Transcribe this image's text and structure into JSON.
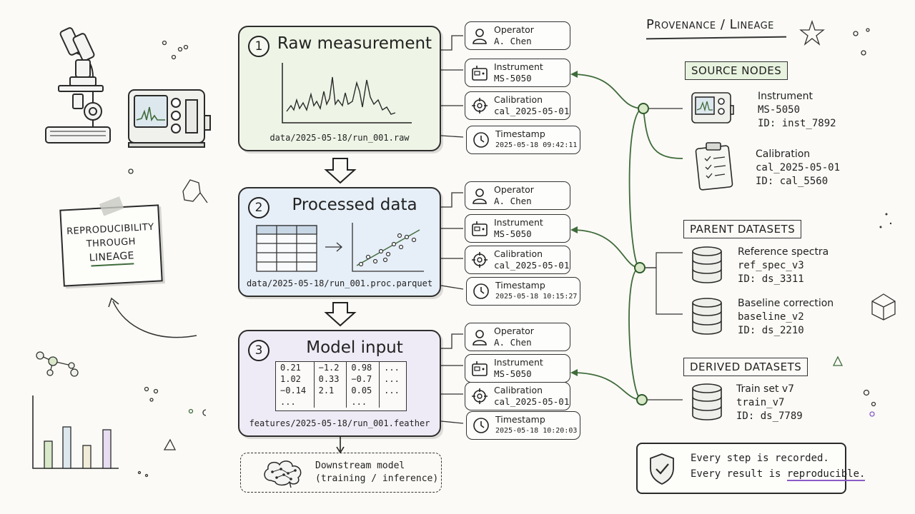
{
  "header": {
    "title": "Provenance / Lineage"
  },
  "stages": [
    {
      "num": "1",
      "title": "Raw measurement",
      "path": "data/2025-05-18/run_001.raw"
    },
    {
      "num": "2",
      "title": "Processed data",
      "path": "data/2025-05-18/run_001.proc.parquet"
    },
    {
      "num": "3",
      "title": "Model input",
      "path": "features/2025-05-18/run_001.feather"
    }
  ],
  "feature_table": [
    [
      "0.21",
      "−1.2",
      "0.98",
      "..."
    ],
    [
      "1.02",
      "0.33",
      "−0.7",
      "..."
    ],
    [
      "−0.14",
      "2.1",
      "0.05",
      "..."
    ],
    [
      "...",
      "",
      "...",
      ""
    ]
  ],
  "metadata": [
    {
      "operator_label": "Operator",
      "operator": "A. Chen",
      "instrument_label": "Instrument",
      "instrument": "MS-5050",
      "calibration_label": "Calibration",
      "calibration": "cal_2025-05-01",
      "timestamp_label": "Timestamp",
      "timestamp": "2025-05-18 09:42:11"
    },
    {
      "operator_label": "Operator",
      "operator": "A. Chen",
      "instrument_label": "Instrument",
      "instrument": "MS-5050",
      "calibration_label": "Calibration",
      "calibration": "cal_2025-05-01",
      "timestamp_label": "Timestamp",
      "timestamp": "2025-05-18 10:15:27"
    },
    {
      "operator_label": "Operator",
      "operator": "A. Chen",
      "instrument_label": "Instrument",
      "instrument": "MS-5050",
      "calibration_label": "Calibration",
      "calibration": "cal_2025-05-01",
      "timestamp_label": "Timestamp",
      "timestamp": "2025-05-18 10:20:03"
    }
  ],
  "downstream": {
    "line1": "Downstream model",
    "line2": "(training / inference)"
  },
  "note": {
    "line1": "Reproducibility",
    "line2": "through",
    "line3": "lineage"
  },
  "source_nodes": {
    "heading": "Source nodes",
    "items": [
      {
        "name": "Instrument",
        "value": "MS-5050",
        "id": "ID: inst_7892",
        "icon": "instrument-icon"
      },
      {
        "name": "Calibration",
        "value": "cal_2025-05-01",
        "id": "ID: cal_5560",
        "icon": "clipboard-icon"
      }
    ]
  },
  "parent_datasets": {
    "heading": "Parent datasets",
    "items": [
      {
        "name": "Reference spectra",
        "value": "ref_spec_v3",
        "id": "ID: ds_3311",
        "icon": "database-icon"
      },
      {
        "name": "Baseline correction",
        "value": "baseline_v2",
        "id": "ID: ds_2210",
        "icon": "database-icon"
      }
    ]
  },
  "derived_datasets": {
    "heading": "Derived datasets",
    "items": [
      {
        "name": "Train set v7",
        "value": "train_v7",
        "id": "ID: ds_7789",
        "icon": "database-icon"
      }
    ]
  },
  "footer": {
    "line1": "Every step is recorded.",
    "line2_prefix": "Every result is ",
    "line2_emph": "reproducible."
  },
  "colors": {
    "stage1": "#eef5e6",
    "stage2": "#e6eef7",
    "stage3": "#efebf6",
    "tag_green": "#e8f3df",
    "accent_green": "#3f6b3b",
    "accent_purple": "#8a5cc7"
  }
}
